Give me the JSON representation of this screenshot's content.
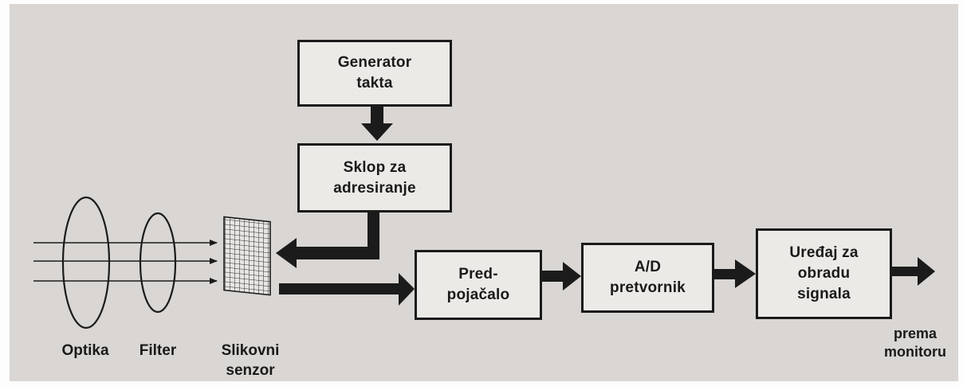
{
  "diagram": {
    "blocks": {
      "clock_generator": "Generator\ntakta",
      "addressing_circuit": "Sklop za\nadresiranje",
      "preamplifier": "Pred-\npojačalo",
      "ad_converter": "A/D\npretvornik",
      "signal_processor": "Uređaj za\nobradu\nsignala"
    },
    "labels": {
      "optics": "Optika",
      "filter": "Filter",
      "image_sensor": "Slikovni\nsenzor",
      "to_monitor": "prema\nmonitoru"
    },
    "colors": {
      "ink": "#1b1b1b",
      "paper": "#d9d6d3",
      "block_fill": "#eceae7"
    }
  }
}
